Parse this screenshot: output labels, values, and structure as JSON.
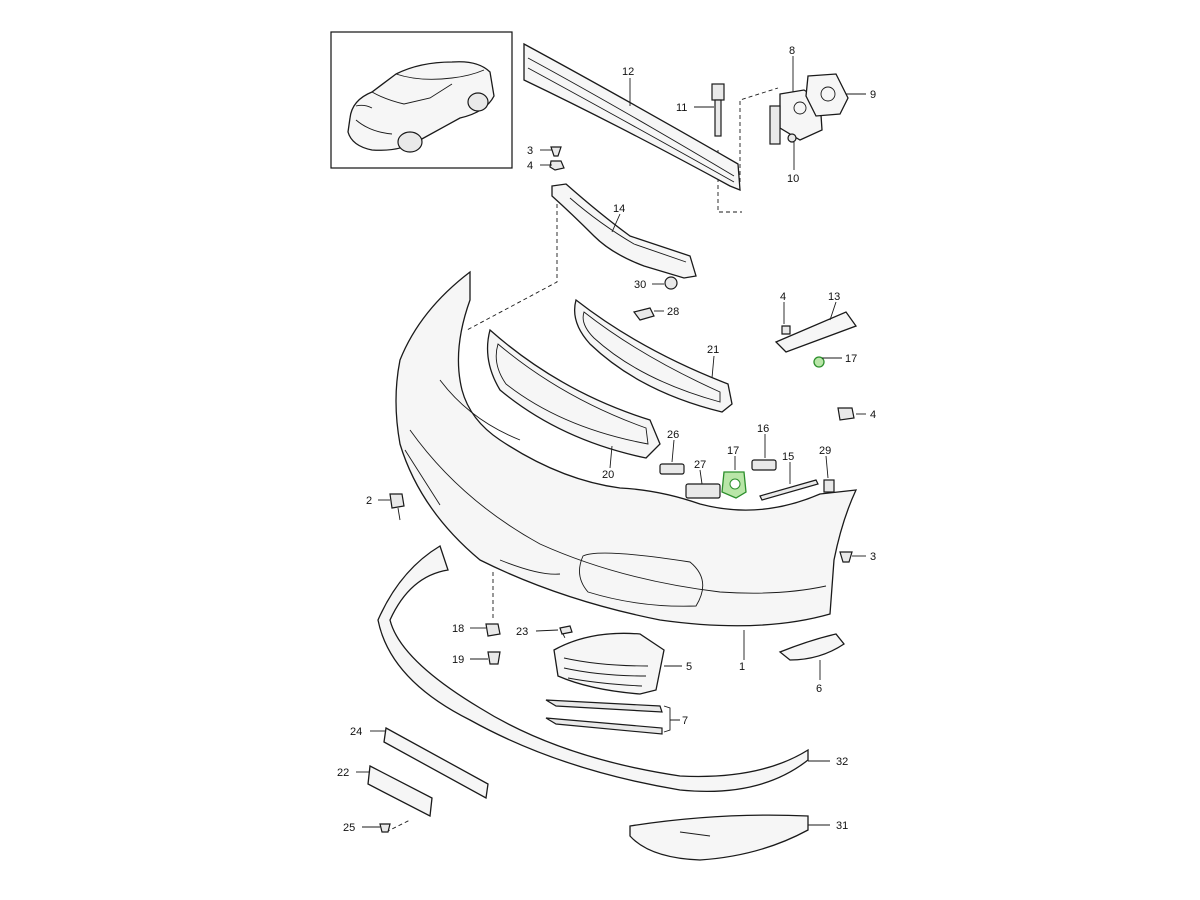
{
  "diagram": {
    "highlight_color": "#b9e6a8",
    "callouts": {
      "c1": "1",
      "c2": "2",
      "c3a": "3",
      "c3b": "3",
      "c4a": "4",
      "c4b": "4",
      "c4c": "4",
      "c5": "5",
      "c6": "6",
      "c7": "7",
      "c8": "8",
      "c9": "9",
      "c10": "10",
      "c11": "11",
      "c12": "12",
      "c13": "13",
      "c14": "14",
      "c15": "15",
      "c16": "16",
      "c17a": "17",
      "c17b": "17",
      "c18": "18",
      "c19": "19",
      "c20": "20",
      "c21": "21",
      "c22": "22",
      "c23": "23",
      "c24": "24",
      "c25": "25",
      "c26": "26",
      "c27": "27",
      "c28": "28",
      "c29": "29",
      "c30": "30",
      "c31": "31",
      "c32": "32"
    }
  }
}
